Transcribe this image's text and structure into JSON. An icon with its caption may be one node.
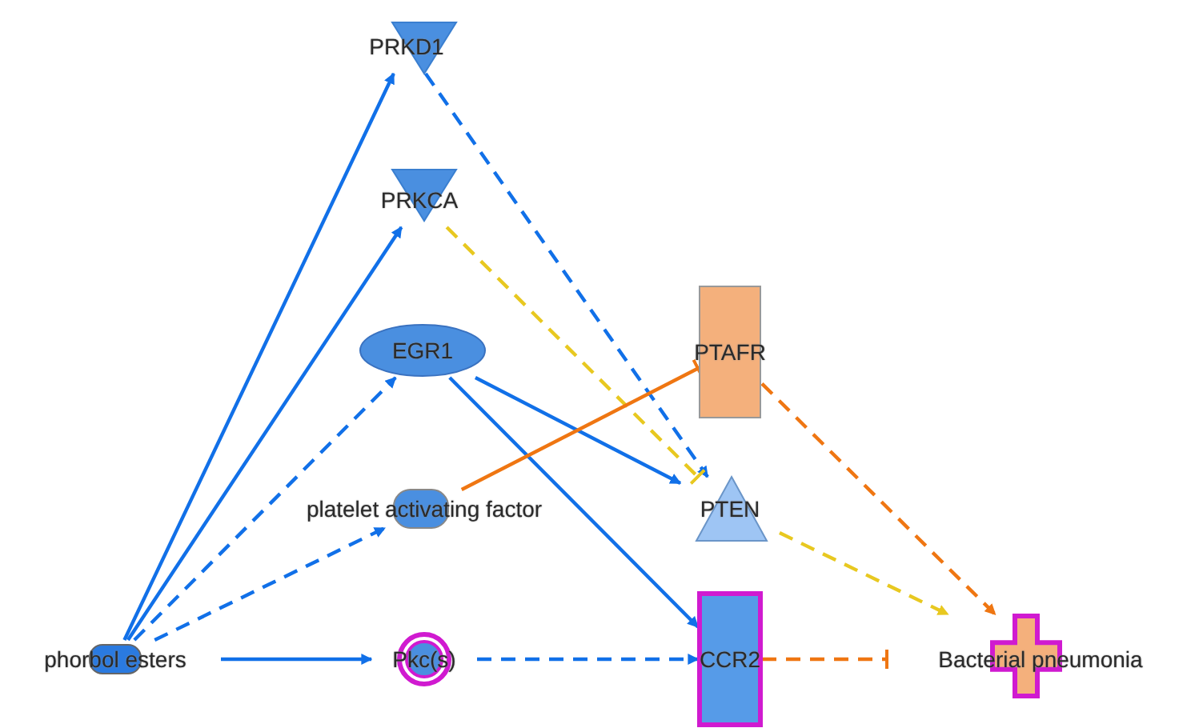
{
  "diagram": {
    "nodes": [
      {
        "text": [
          "PRKD1"
        ]
      },
      {
        "text": [
          "PRKCA"
        ]
      },
      {
        "text": [
          "EGR1"
        ]
      },
      {
        "text": [
          "PTAFR"
        ]
      },
      {
        "text": [
          "platelet activating factor"
        ]
      },
      {
        "text": [
          "PTEN"
        ]
      },
      {
        "text": [
          "phorbol esters"
        ]
      },
      {
        "text": [
          "Pkc(s)"
        ]
      },
      {
        "text": [
          "CCR2"
        ]
      },
      {
        "text": [
          "Bacterial pneumonia"
        ]
      }
    ],
    "edges": [
      {
        "from": 6,
        "to": 0,
        "arrow": "to"
      },
      {
        "from": 6,
        "to": 1,
        "arrow": "to"
      },
      {
        "from": 6,
        "to": 2,
        "arrow": "to",
        "style": "dashed"
      },
      {
        "from": 6,
        "to": 4,
        "arrow": "to",
        "style": "dashed"
      },
      {
        "from": 6,
        "to": 7,
        "arrow": "to"
      },
      {
        "from": 0,
        "to": 5,
        "arrow": "to",
        "style": "dashed"
      },
      {
        "from": 1,
        "to": 5,
        "arrow": "other",
        "style": "dashed",
        "color": "#e8c820"
      },
      {
        "from": 2,
        "to": 5,
        "arrow": "to"
      },
      {
        "from": 2,
        "to": 8,
        "arrow": "to"
      },
      {
        "from": 4,
        "to": 3,
        "arrow": "other",
        "color": "#ef7612"
      },
      {
        "from": 3,
        "to": 9,
        "arrow": "to",
        "style": "dashed",
        "color": "#ef7612"
      },
      {
        "from": 5,
        "to": 9,
        "arrow": "to",
        "style": "dashed",
        "color": "#e8c820"
      },
      {
        "from": 7,
        "to": 8,
        "arrow": "to",
        "style": "dashed"
      },
      {
        "from": 8,
        "to": 9,
        "arrow": "other",
        "style": "dashed",
        "color": "#ef7612"
      }
    ]
  }
}
